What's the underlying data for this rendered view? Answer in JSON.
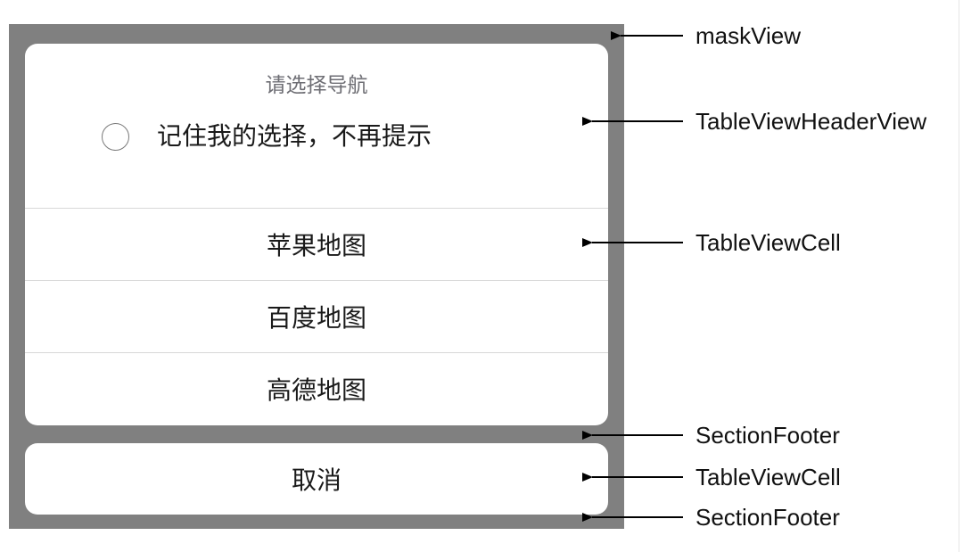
{
  "sheet": {
    "header": {
      "title": "请选择导航",
      "remember_label": "记住我的选择，不再提示"
    },
    "options": [
      {
        "label": "苹果地图"
      },
      {
        "label": "百度地图"
      },
      {
        "label": "高德地图"
      }
    ],
    "cancel_label": "取消"
  },
  "annotations": [
    {
      "label": "maskView"
    },
    {
      "label": "TableViewHeaderView"
    },
    {
      "label": "TableViewCell"
    },
    {
      "label": "SectionFooter"
    },
    {
      "label": "TableViewCell"
    },
    {
      "label": "SectionFooter"
    }
  ],
  "colors": {
    "mask": "#808080",
    "sheet": "#ffffff",
    "separator": "#d8d8d8",
    "title_text": "#6e6e74",
    "text": "#1a1a1a"
  }
}
